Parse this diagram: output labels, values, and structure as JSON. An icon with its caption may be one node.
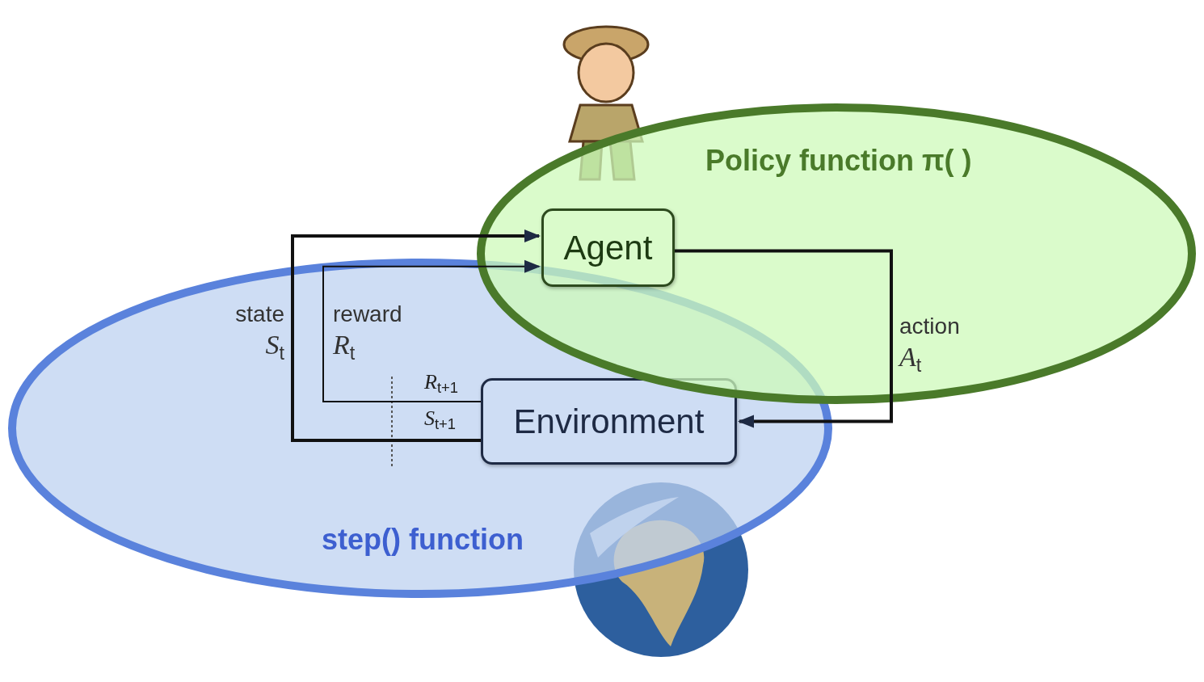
{
  "diagram": {
    "nodes": [
      {
        "text": [
          "Policy function π( )"
        ]
      },
      {
        "text": [
          "step() function"
        ]
      },
      {
        "text": [
          "Agent"
        ],
        "in": 0
      },
      {
        "text": [
          "Environment"
        ],
        "in": 1
      }
    ],
    "edges": [
      {
        "from": 2,
        "to": 3,
        "arrow": "to",
        "label": "action *A*$_{t}$"
      },
      {
        "from": 3,
        "to": 2,
        "arrow": "to",
        "label": "state *S*$_{t}$"
      },
      {
        "from": 3,
        "to": 2,
        "arrow": "to",
        "label": "reward *R*$_{t}$"
      }
    ],
    "labels": [
      "*R*$_{t+1}$",
      "*S*$_{t+1}$"
    ]
  }
}
